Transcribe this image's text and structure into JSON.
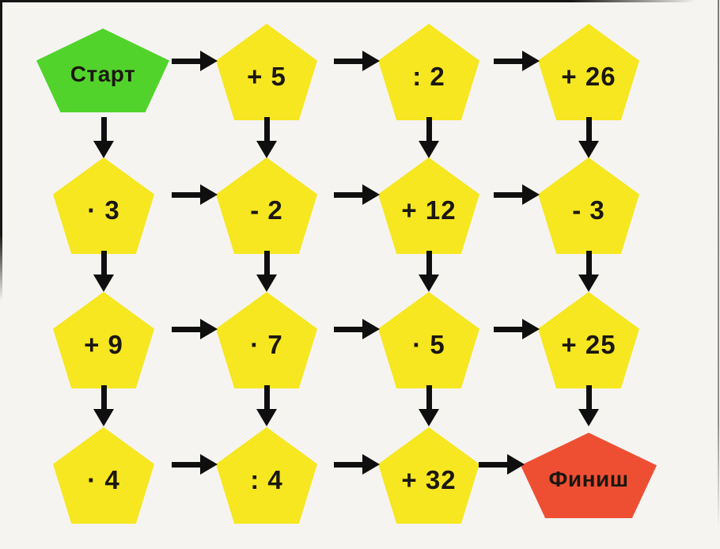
{
  "maze": {
    "description_type": "math-operations-maze",
    "colors": {
      "background": "#f5f4f1",
      "start": "#52d32c",
      "operation": "#f6e720",
      "finish": "#ee4f33",
      "arrow": "#0f0f0f",
      "text": "#1b1710"
    },
    "rows": [
      {
        "cells": [
          {
            "label": "Старт",
            "type": "start"
          },
          {
            "label": "+ 5",
            "type": "operation"
          },
          {
            "label": ": 2",
            "type": "operation"
          },
          {
            "label": "+ 26",
            "type": "operation"
          }
        ]
      },
      {
        "cells": [
          {
            "label": "· 3",
            "type": "operation"
          },
          {
            "label": "- 2",
            "type": "operation"
          },
          {
            "label": "+ 12",
            "type": "operation"
          },
          {
            "label": "- 3",
            "type": "operation"
          }
        ]
      },
      {
        "cells": [
          {
            "label": "+ 9",
            "type": "operation"
          },
          {
            "label": "· 7",
            "type": "operation"
          },
          {
            "label": "· 5",
            "type": "operation"
          },
          {
            "label": "+ 25",
            "type": "operation"
          }
        ]
      },
      {
        "cells": [
          {
            "label": "· 4",
            "type": "operation"
          },
          {
            "label": ": 4",
            "type": "operation"
          },
          {
            "label": "+ 32",
            "type": "operation"
          },
          {
            "label": "Финиш",
            "type": "finish"
          }
        ]
      }
    ]
  }
}
